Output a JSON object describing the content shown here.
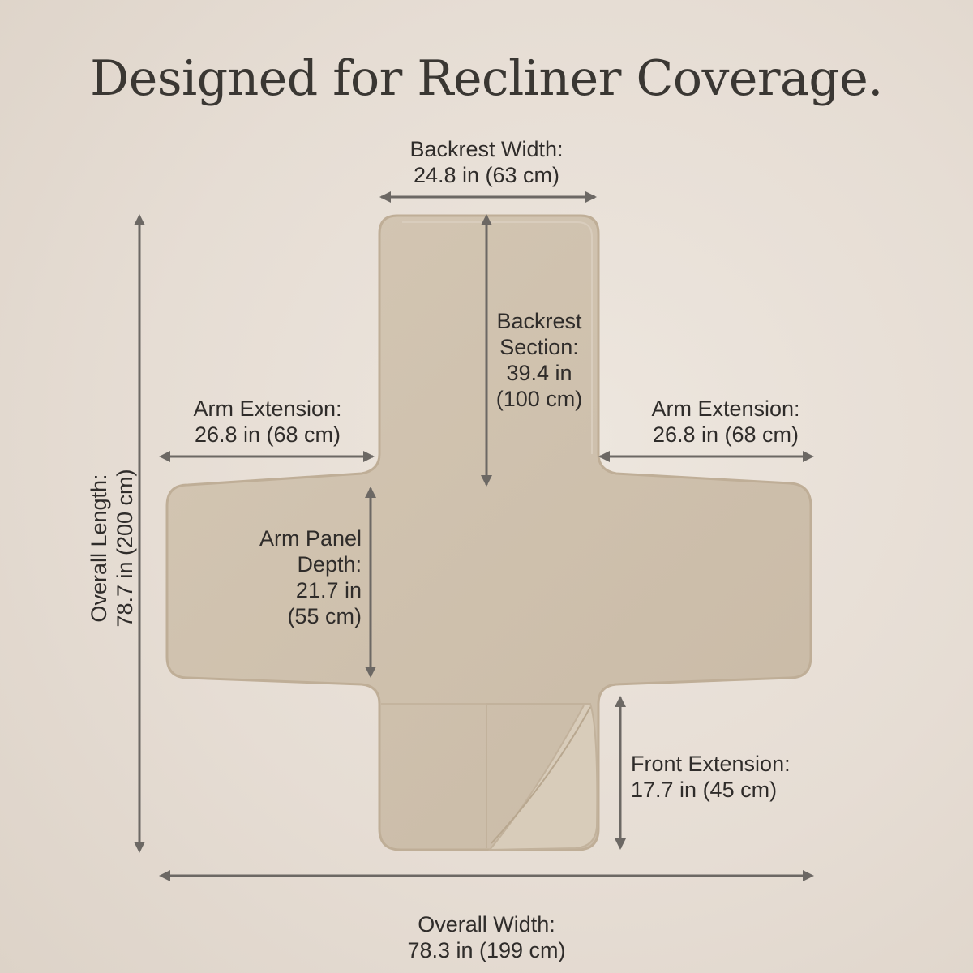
{
  "header": {
    "title": "Designed for Recliner Coverage."
  },
  "colors": {
    "background": "#e8e0d8",
    "cover_fill": "#cfc1ae",
    "cover_edge": "#bfae97",
    "arrow": "#6c6864",
    "text": "#2f2c2a"
  },
  "dimensions": {
    "backrest_width": {
      "label": "Backrest Width:",
      "value": "24.8 in (63 cm)"
    },
    "backrest_section": {
      "line1": "Backrest",
      "line2": "Section:",
      "line3": "39.4 in",
      "line4": "(100 cm)"
    },
    "arm_extension_left": {
      "label": "Arm Extension:",
      "value": "26.8 in (68 cm)"
    },
    "arm_extension_right": {
      "label": "Arm Extension:",
      "value": "26.8 in (68 cm)"
    },
    "arm_panel_depth": {
      "line1": "Arm Panel",
      "line2": "Depth:",
      "line3": "21.7 in",
      "line4": "(55 cm)"
    },
    "front_extension": {
      "label": "Front Extension:",
      "value": "17.7 in (45 cm)"
    },
    "overall_width": {
      "label": "Overall Width:",
      "value": "78.3 in (199 cm)"
    },
    "overall_length": {
      "label": "Overall Length:",
      "value": "78.7 in (200 cm)"
    }
  }
}
